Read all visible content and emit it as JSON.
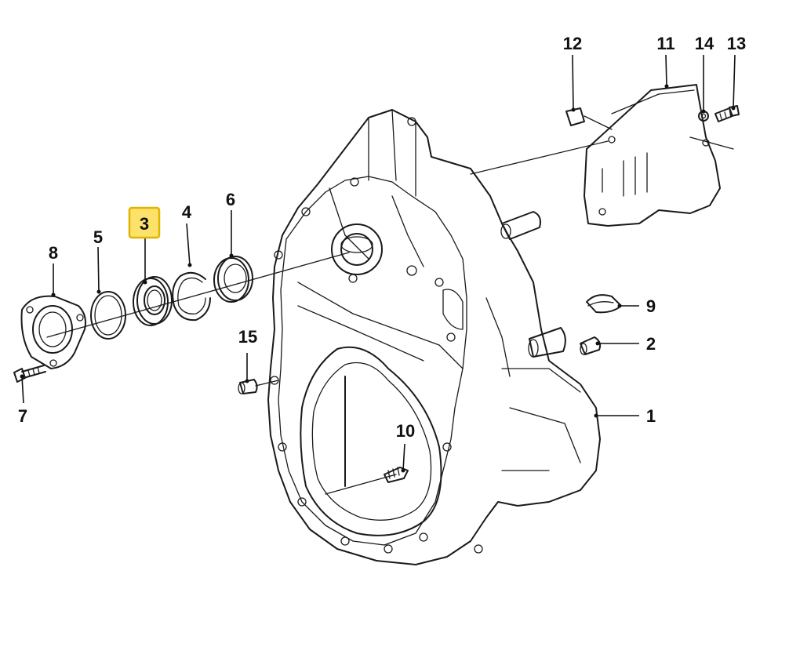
{
  "highlight": {
    "part": "3",
    "color": "#fde26a",
    "border": "#e0b400"
  },
  "callouts": [
    {
      "id": "1",
      "label": "1"
    },
    {
      "id": "2",
      "label": "2"
    },
    {
      "id": "3",
      "label": "3"
    },
    {
      "id": "4",
      "label": "4"
    },
    {
      "id": "5",
      "label": "5"
    },
    {
      "id": "6",
      "label": "6"
    },
    {
      "id": "7",
      "label": "7"
    },
    {
      "id": "8",
      "label": "8"
    },
    {
      "id": "9",
      "label": "9"
    },
    {
      "id": "10",
      "label": "10"
    },
    {
      "id": "11",
      "label": "11"
    },
    {
      "id": "12",
      "label": "12"
    },
    {
      "id": "13",
      "label": "13"
    },
    {
      "id": "14",
      "label": "14"
    },
    {
      "id": "15",
      "label": "15"
    }
  ]
}
